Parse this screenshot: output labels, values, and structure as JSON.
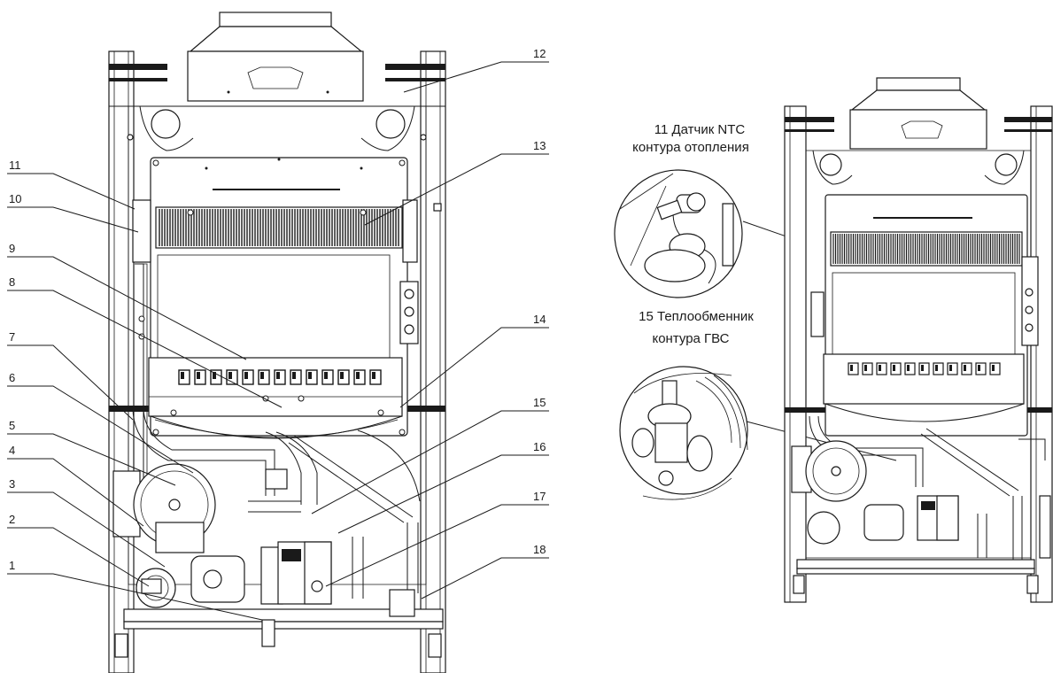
{
  "callouts": {
    "left": [
      {
        "num": "11"
      },
      {
        "num": "10"
      },
      {
        "num": "9"
      },
      {
        "num": "8"
      },
      {
        "num": "7"
      },
      {
        "num": "6"
      },
      {
        "num": "5"
      },
      {
        "num": "4"
      },
      {
        "num": "3"
      },
      {
        "num": "2"
      },
      {
        "num": "1"
      }
    ],
    "right": [
      {
        "num": "12"
      },
      {
        "num": "13"
      },
      {
        "num": "14"
      },
      {
        "num": "15"
      },
      {
        "num": "16"
      },
      {
        "num": "17"
      },
      {
        "num": "18"
      }
    ]
  },
  "details": {
    "ntc": {
      "line1": "11 Датчик NTC",
      "line2": "контура отопления"
    },
    "hex": {
      "line1": "15 Теплообменник",
      "line2": "контура ГВС"
    }
  }
}
